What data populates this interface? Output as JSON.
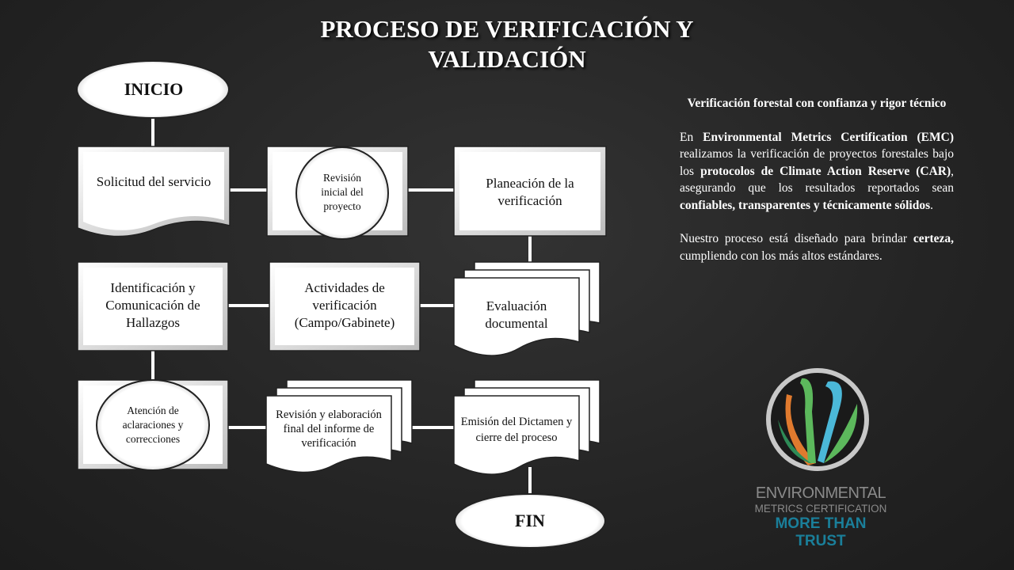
{
  "title": "PROCESO DE VERIFICACIÓN Y VALIDACIÓN",
  "flow": {
    "start": "INICIO",
    "end": "FIN",
    "steps": [
      "Solicitud del servicio",
      "Revisión inicial del proyecto",
      "Planeación de la verificación",
      "Evaluación documental",
      "Actividades de verificación (Campo/Gabinete)",
      "Identificación y Comunicación de Hallazgos",
      "Atención de aclaraciones y correcciones",
      "Revisión y elaboración final del informe de verificación",
      "Emisión del Dictamen y cierre del proceso"
    ]
  },
  "side": {
    "heading": "Verificación forestal con confianza y rigor técnico",
    "p1": [
      "En ",
      "Environmental Metrics Certification (EMC)",
      " realizamos la verificación de proyectos forestales bajo los ",
      "protocolos de Climate Action Reserve (CAR)",
      ", asegurando que los resultados reportados sean ",
      "confiables, transparentes y técnicamente sólidos",
      "."
    ],
    "p2": [
      "Nuestro proceso está diseñado para brindar ",
      "certeza,",
      " cumpliendo con los más altos estándares."
    ]
  },
  "logo": {
    "line1": "ENVIRONMENTAL",
    "line2": "METRICS CERTIFICATION",
    "line3": "MORE THAN TRUST",
    "colors": {
      "gray": "#8a8a8a",
      "teal": "#1a7f9a",
      "orange": "#e07a2e",
      "green": "#5cb85c",
      "blue": "#4bb8d8"
    }
  }
}
